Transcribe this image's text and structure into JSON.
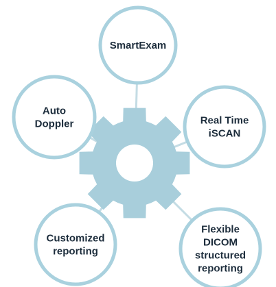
{
  "diagram": {
    "colors": {
      "ring": "#a9d1de",
      "gear": "#a8cedb",
      "gear_shade": "#bcdbe5",
      "connector": "#c4dce4",
      "text": "#1d2d3c",
      "background": "#ffffff"
    },
    "center_icon": "gear-icon",
    "nodes": [
      {
        "id": "smartexam",
        "lines": [
          "SmartExam"
        ]
      },
      {
        "id": "real-time-iscan",
        "lines": [
          "Real Time",
          "iSCAN"
        ]
      },
      {
        "id": "flexible-dicom",
        "lines": [
          "Flexible",
          "DICOM",
          "structured",
          "reporting"
        ]
      },
      {
        "id": "customized-reporting",
        "lines": [
          "Customized",
          "reporting"
        ]
      },
      {
        "id": "auto-doppler",
        "lines": [
          "Auto",
          "Doppler"
        ]
      }
    ]
  }
}
